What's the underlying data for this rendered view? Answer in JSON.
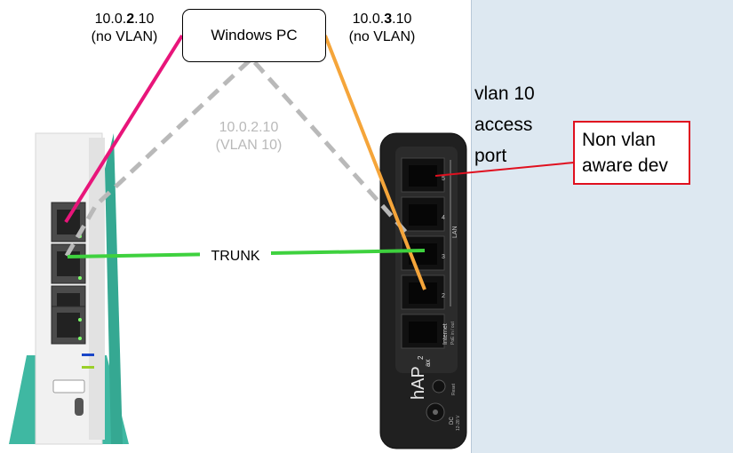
{
  "pc": {
    "label": "Windows PC"
  },
  "left_link": {
    "ip_prefix": "10.0.",
    "ip_octet": "2",
    "ip_suffix": ".10",
    "note": "(no VLAN)",
    "color": "#e8157a"
  },
  "right_link": {
    "ip_prefix": "10.0.",
    "ip_octet": "3",
    "ip_suffix": ".10",
    "note": "(no VLAN)",
    "color": "#f5a53a"
  },
  "vlan_link": {
    "ip": "10.0.2.10",
    "note": "(VLAN 10)",
    "color": "#b9b9b9"
  },
  "trunk": {
    "label": "TRUNK",
    "color": "#3ed13e"
  },
  "access_port": {
    "lines": [
      "vlan 10",
      "access",
      "port"
    ]
  },
  "non_vlan_device": {
    "lines": [
      "Non vlan",
      "aware dev"
    ],
    "border_color": "#e0101f"
  },
  "right_router": {
    "brand": "hAP",
    "brand_sup": "ax",
    "brand_exp": "2",
    "port_numbers": [
      "5",
      "4",
      "3",
      "2"
    ],
    "lan_label": "LAN",
    "internet_label": "Internet",
    "internet_sub": "PoE in / out",
    "reset_label": "Reset",
    "dc_label": "DC",
    "dc_sub": "12-28 V"
  }
}
